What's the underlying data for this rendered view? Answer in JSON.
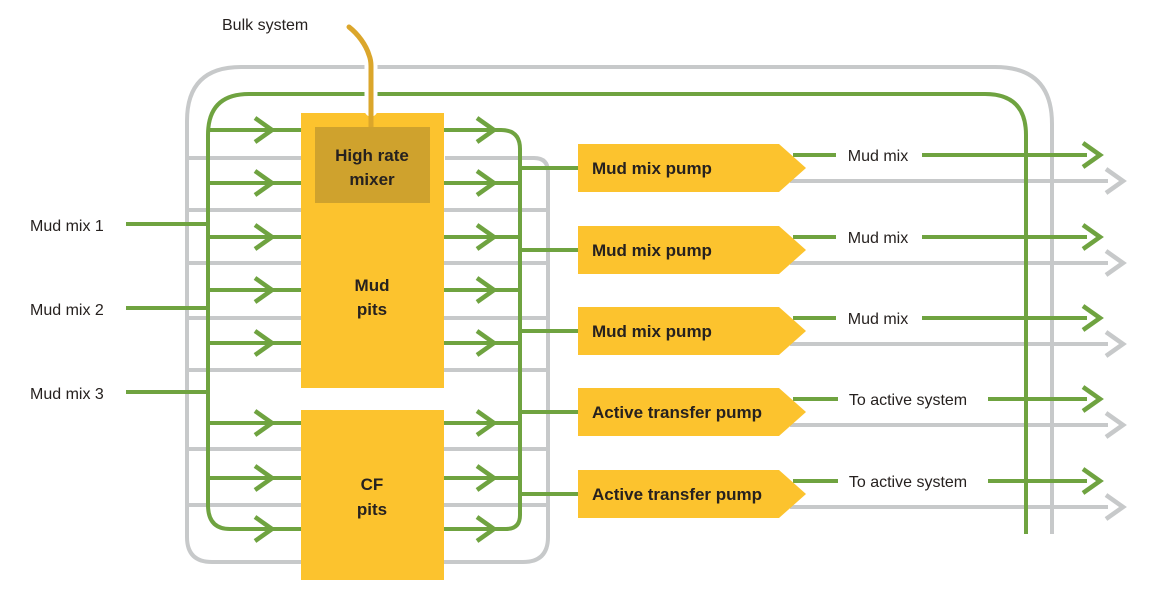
{
  "bulk_system_label": "Bulk system",
  "inputs": [
    {
      "label": "Mud mix 1"
    },
    {
      "label": "Mud mix 2"
    },
    {
      "label": "Mud mix 3"
    }
  ],
  "tanks": {
    "high_rate_mixer": {
      "line1": "High rate",
      "line2": "mixer"
    },
    "mud_pits": {
      "line1": "Mud",
      "line2": "pits"
    },
    "cf_pits": {
      "line1": "CF",
      "line2": "pits"
    }
  },
  "pumps": [
    {
      "label": "Mud mix pump",
      "output_label": "Mud mix"
    },
    {
      "label": "Mud mix pump",
      "output_label": "Mud mix"
    },
    {
      "label": "Mud mix pump",
      "output_label": "Mud mix"
    },
    {
      "label": "Active transfer pump",
      "output_label": "To active system"
    },
    {
      "label": "Active transfer pump",
      "output_label": "To active system"
    }
  ],
  "colors": {
    "tank_yellow": "#FCC32E",
    "mixer_dark_yellow": "#CFA22D",
    "flow_green": "#6FA340",
    "flow_gray": "#C7C9CA",
    "bulk_line_gold": "#DBA62B",
    "text": "#26211F"
  }
}
